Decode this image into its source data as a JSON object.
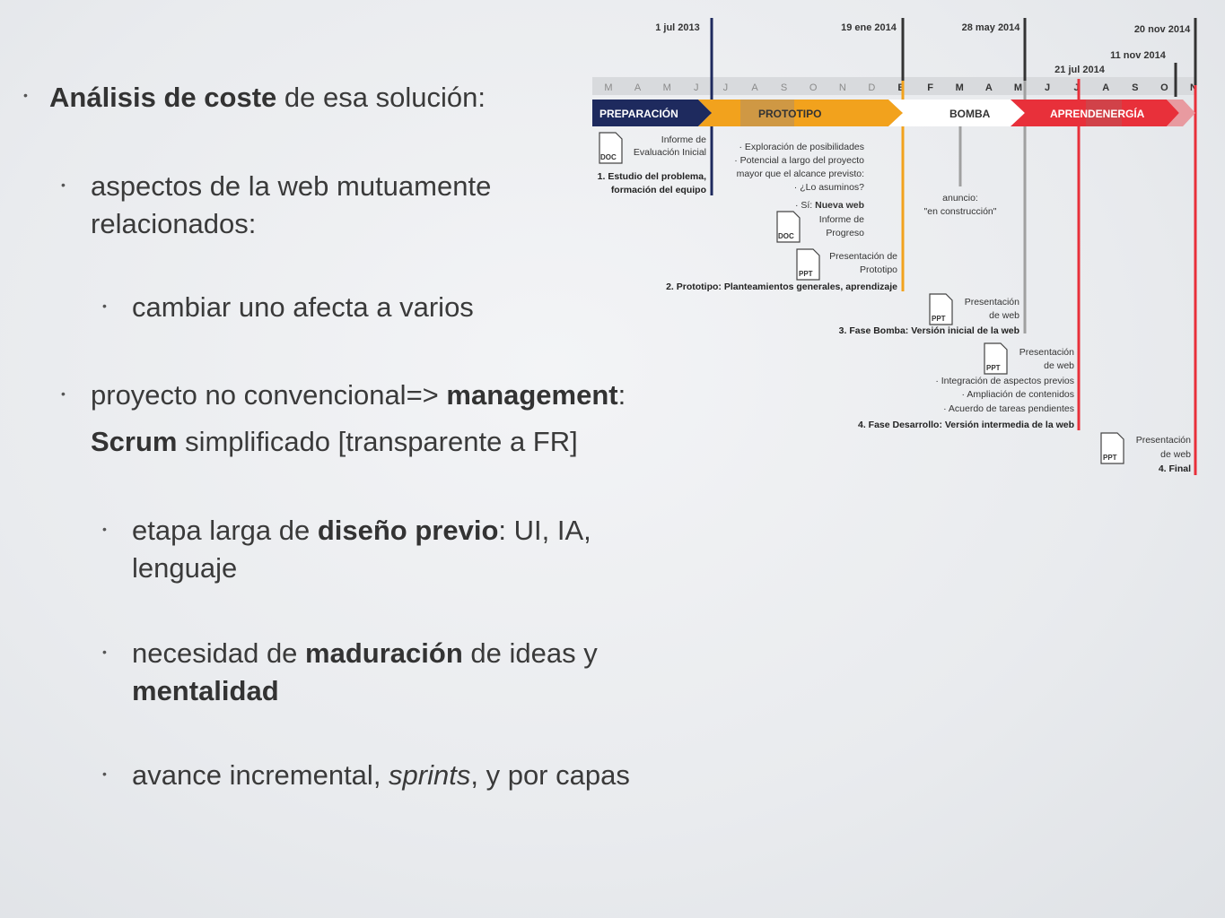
{
  "bullets": {
    "b1": {
      "bold": "Análisis de coste",
      "rest": " de esa solución:"
    },
    "b2": {
      "line1": "aspectos de la web mutuamente",
      "line2": "relacionados:"
    },
    "b3": {
      "text": "cambiar uno afecta a varios"
    },
    "b4": {
      "pre": "proyecto no convencional=> ",
      "bold": "management",
      "post": ":"
    },
    "b4b": {
      "bold": "Scrum",
      "rest": " simplificado [transparente a FR]"
    },
    "b5": {
      "pre": "etapa larga de ",
      "bold": "diseño previo",
      "post": ": UI, IA,",
      "line2": "lenguaje"
    },
    "b6": {
      "pre": "necesidad de ",
      "bold": "maduración",
      "post": " de ideas y",
      "line2_bold": "mentalidad"
    },
    "b7": {
      "pre": "avance incremental, ",
      "italic": "sprints",
      "post": ", y por capas"
    }
  },
  "timeline": {
    "dates": {
      "d1": "1 jul 2013",
      "d2": "19 ene 2014",
      "d3": "28 may 2014",
      "d4": "20 nov 2014",
      "d5": "11 nov 2014",
      "d6": "21 jul 2014"
    },
    "months": [
      "M",
      "A",
      "M",
      "J",
      "J",
      "A",
      "S",
      "O",
      "N",
      "D",
      "E",
      "F",
      "M",
      "A",
      "M",
      "J",
      "J",
      "A",
      "S",
      "O",
      "N"
    ],
    "phases": {
      "p1": "PREPARACIÓN",
      "p2": "PROTOTIPO",
      "p3": "BOMBA",
      "p4": "APRENDENERGÍA"
    },
    "colors": {
      "preparacion": "#1e2a5e",
      "prototipo": "#f2a21d",
      "bomba": "#ffffff",
      "aprendenergia": "#e8303a",
      "gray_line": "#a0a0a0"
    },
    "stage1": {
      "doc_label": "DOC",
      "report": [
        "Informe de",
        "Evaluación Inicial"
      ],
      "title": [
        "1. Estudio del problema,",
        "formación del equipo"
      ]
    },
    "stage2": {
      "items": [
        "· Exploración de posibilidades",
        "· Potencial a largo del proyecto",
        "mayor que el alcance previsto:",
        "· ¿Lo asuminos?"
      ],
      "nueva_pre": "· Sí: ",
      "nueva_bold": "Nueva web",
      "doc_label": "DOC",
      "report": [
        "Informe de",
        "Progreso"
      ],
      "ppt_label": "PPT",
      "presentation": [
        "Presentación de",
        "Prototipo"
      ],
      "title": "2. Prototipo: Planteamientos generales, aprendizaje"
    },
    "announce": [
      "anuncio:",
      "\"en construcción\""
    ],
    "stage3": {
      "ppt_label": "PPT",
      "presentation": [
        "Presentación",
        "de web"
      ],
      "title": "3. Fase Bomba: Versión inicial de la web"
    },
    "stage4": {
      "ppt_label": "PPT",
      "presentation": [
        "Presentación",
        "de web"
      ],
      "items": [
        "· Integración de aspectos previos",
        "· Ampliación de contenidos",
        "· Acuerdo de tareas pendientes"
      ],
      "title": "4. Fase Desarrollo: Versión intermedia de la web"
    },
    "stage5": {
      "ppt_label": "PPT",
      "presentation": [
        "Presentación",
        "de web"
      ],
      "title": "4. Final"
    }
  }
}
